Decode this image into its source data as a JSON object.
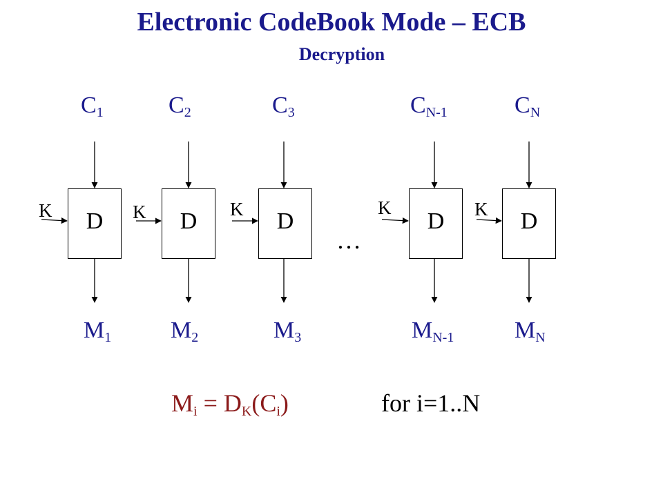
{
  "title": "Electronic CodeBook Mode – ECB",
  "subtitle": "Decryption",
  "blocks": [
    {
      "c": "C",
      "c_sub": "1",
      "m": "M",
      "m_sub": "1",
      "k": "K",
      "d": "D"
    },
    {
      "c": "C",
      "c_sub": "2",
      "m": "M",
      "m_sub": "2",
      "k": "K",
      "d": "D"
    },
    {
      "c": "C",
      "c_sub": "3",
      "m": "M",
      "m_sub": "3",
      "k": "K",
      "d": "D"
    },
    {
      "c": "C",
      "c_sub": "N-1",
      "m": "M",
      "m_sub": "N-1",
      "k": "K",
      "d": "D"
    },
    {
      "c": "C",
      "c_sub": "N",
      "m": "M",
      "m_sub": "N",
      "k": "K",
      "d": "D"
    }
  ],
  "ellipsis": "…",
  "formula": {
    "m": "M",
    "m_sub": "i",
    "eq": " = D",
    "k_sub": "K",
    "open": "(C",
    "c_sub": "i",
    "close": ")",
    "range": "for i=1..N"
  },
  "colors": {
    "title": "#1a1a8c",
    "labels": "#1a1a8c",
    "formula": "#8b1a1a",
    "lines": "#000000"
  }
}
